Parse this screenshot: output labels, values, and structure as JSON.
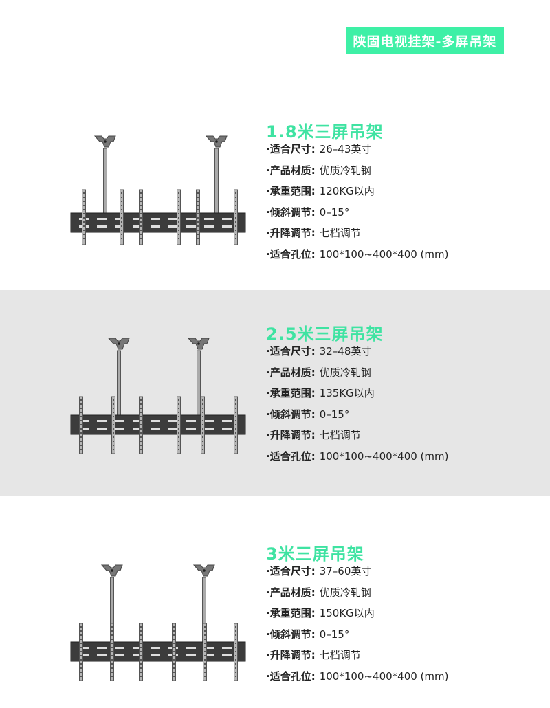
{
  "header": {
    "badge": "陕固电视挂架-多屏吊架"
  },
  "products": [
    {
      "title": "1.8米三屏吊架",
      "specs": [
        {
          "label": "·适合尺寸:",
          "value": "26–43英寸"
        },
        {
          "label": "·产品材质:",
          "value": "优质冷轧钢"
        },
        {
          "label": "·承重范围:",
          "value": "120KG以内"
        },
        {
          "label": "·倾斜调节:",
          "value": "0–15°"
        },
        {
          "label": "·升降调节:",
          "value": "七档调节"
        },
        {
          "label": "·适合孔位:",
          "value": "100*100~400*400 (mm)"
        }
      ]
    },
    {
      "title": "2.5米三屏吊架",
      "specs": [
        {
          "label": "·适合尺寸:",
          "value": "32–48英寸"
        },
        {
          "label": "·产品材质:",
          "value": "优质冷轧钢"
        },
        {
          "label": "·承重范围:",
          "value": "135KG以内"
        },
        {
          "label": "·倾斜调节:",
          "value": "0–15°"
        },
        {
          "label": "·升降调节:",
          "value": "七档调节"
        },
        {
          "label": "·适合孔位:",
          "value": "100*100~400*400 (mm)"
        }
      ]
    },
    {
      "title": "3米三屏吊架",
      "specs": [
        {
          "label": "·适合尺寸:",
          "value": "37–60英寸"
        },
        {
          "label": "·产品材质:",
          "value": "优质冷轧钢"
        },
        {
          "label": "·承重范围:",
          "value": "150KG以内"
        },
        {
          "label": "·倾斜调节:",
          "value": "0–15°"
        },
        {
          "label": "·升降调节:",
          "value": "七档调节"
        },
        {
          "label": "·适合孔位:",
          "value": "100*100~400*400 (mm)"
        }
      ]
    }
  ]
}
